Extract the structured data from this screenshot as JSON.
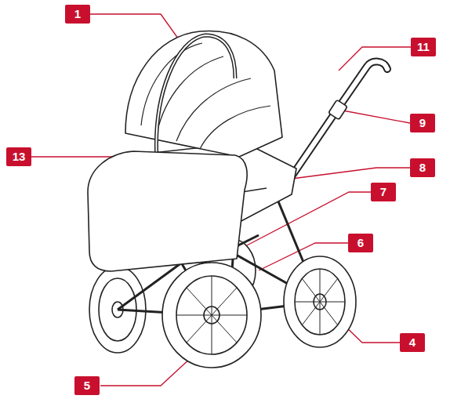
{
  "diagram": {
    "labels": [
      "1",
      "11",
      "9",
      "13",
      "8",
      "7",
      "6",
      "4",
      "5"
    ]
  }
}
